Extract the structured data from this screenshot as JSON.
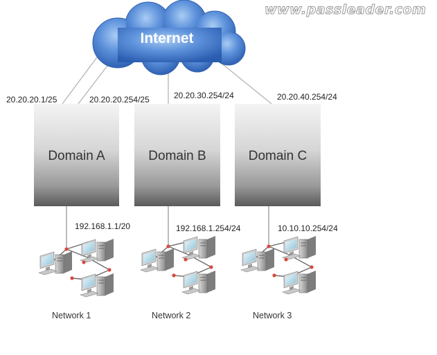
{
  "watermark": "www.passleader.com",
  "cloud": {
    "label": "Internet"
  },
  "uplinks": [
    {
      "label": "20.20.20.1/25"
    },
    {
      "label": "20.20.20.254/25"
    },
    {
      "label": "20.20.30.254/24"
    },
    {
      "label": "20.20.40.254/24"
    }
  ],
  "domains": [
    {
      "label": "Domain A",
      "lan_ip": "192.168.1.1/20",
      "network": "Network 1"
    },
    {
      "label": "Domain B",
      "lan_ip": "192.168.1.254/24",
      "network": "Network 2"
    },
    {
      "label": "Domain C",
      "lan_ip": "10.10.10.254/24",
      "network": "Network 3"
    }
  ],
  "colors": {
    "cloud_light": "#8fb8ec",
    "cloud_dark": "#2f62b5",
    "domain_top": "#f2f2f2",
    "domain_bottom": "#606060",
    "cable_dot": "#d64b3c"
  }
}
